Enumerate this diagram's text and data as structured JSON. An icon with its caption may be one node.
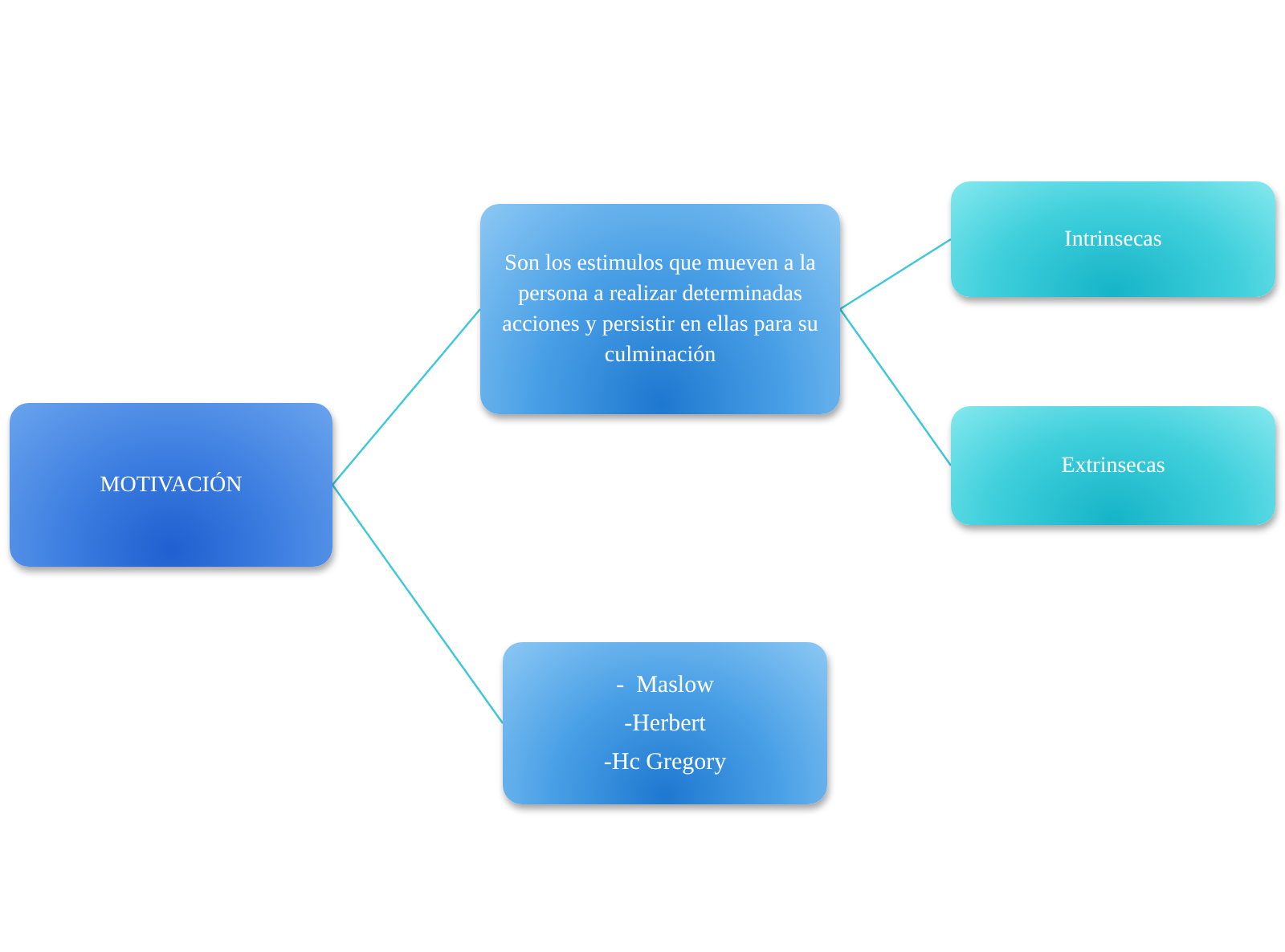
{
  "diagram": {
    "nodes": [
      {
        "text": [
          "MOTIVACIÓN"
        ]
      },
      {
        "text": [
          "Son los estimulos que mueven a la persona a realizar determinadas acciones y persistir en ellas para su culminación"
        ]
      },
      {
        "text": [
          "Intrinsecas"
        ]
      },
      {
        "text": [
          "Extrinsecas"
        ]
      },
      {
        "text": [
          "-  Maslow",
          "-Herbert",
          "-Hc Gregory"
        ]
      }
    ],
    "edges": [
      {
        "from": 0,
        "to": 1,
        "arrow": "none"
      },
      {
        "from": 0,
        "to": 4,
        "arrow": "none"
      },
      {
        "from": 1,
        "to": 2,
        "arrow": "none"
      },
      {
        "from": 1,
        "to": 3,
        "arrow": "none"
      }
    ]
  }
}
